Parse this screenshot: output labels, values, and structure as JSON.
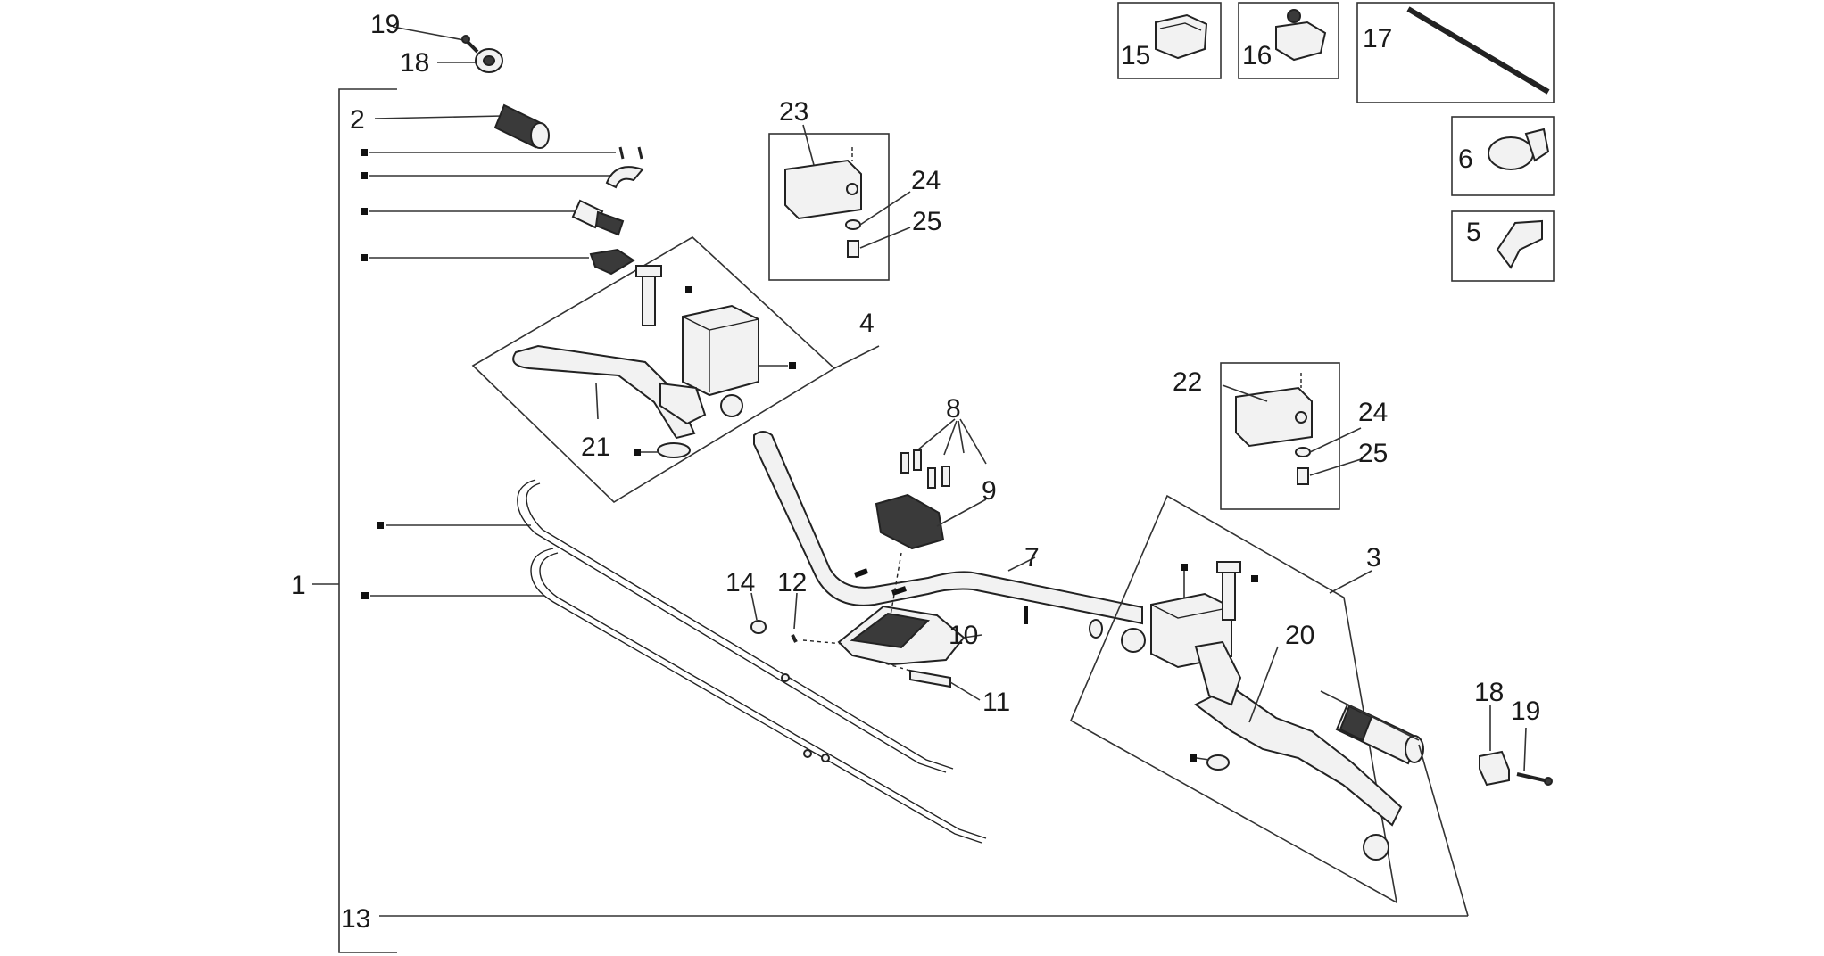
{
  "diagram": {
    "callouts": {
      "c1": "1",
      "c2": "2",
      "c3": "3",
      "c4": "4",
      "c5": "5",
      "c6": "6",
      "c7": "7",
      "c8": "8",
      "c9": "9",
      "c10": "10",
      "c11": "11",
      "c12": "12",
      "c13": "13",
      "c14": "14",
      "c15": "15",
      "c16": "16",
      "c17": "17",
      "c18a": "18",
      "c18b": "18",
      "c19a": "19",
      "c19b": "19",
      "c20": "20",
      "c21": "21",
      "c22": "22",
      "c23": "23",
      "c24a": "24",
      "c24b": "24",
      "c25a": "25",
      "c25b": "25"
    }
  }
}
